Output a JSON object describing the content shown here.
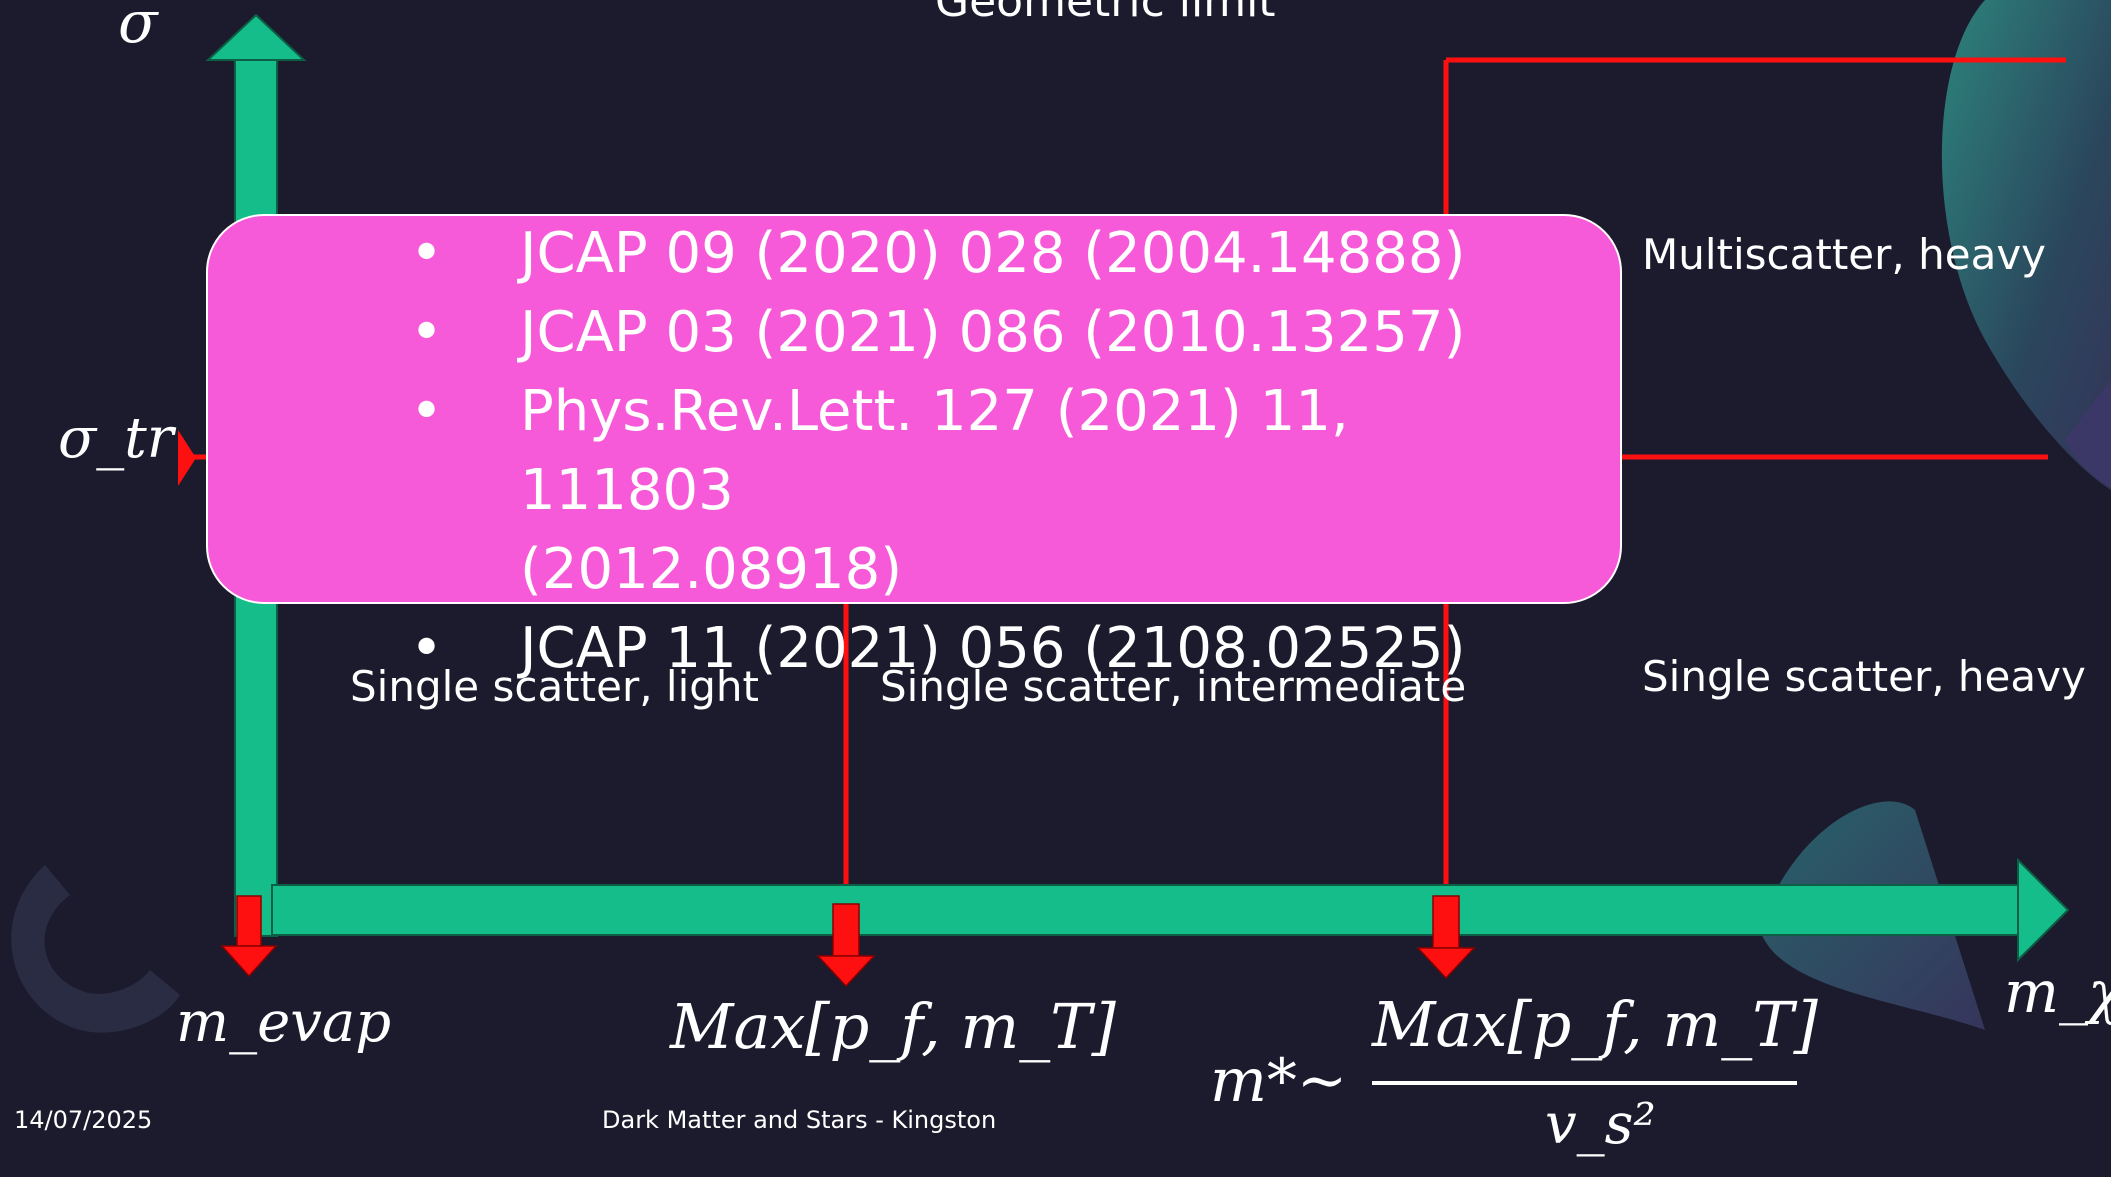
{
  "diagram": {
    "axis_labels": {
      "y_axis": "σ",
      "y_tick": "σ_tr",
      "x_axis": "m_χ"
    },
    "top_label": "Geometric limit",
    "regions": [
      "Multiscatter, heavy",
      "Single scatter, light",
      "Single scatter, intermediate",
      "Single scatter, heavy"
    ],
    "x_ticks": {
      "m_evap": "m_evap",
      "max_pf_mt": "Max[p_f, m_T]",
      "m_star_lhs": "m*∼",
      "m_star_numerator": "Max[p_f, m_T]",
      "m_star_denominator": "v_s²"
    },
    "colors": {
      "background": "#1c1b2d",
      "axis": "#15bd8a",
      "boundary": "#ff1010",
      "callout": "#f75ad8"
    }
  },
  "references": {
    "bullet": "•",
    "items": [
      "JCAP 09 (2020) 028 (2004.14888)",
      "JCAP 03 (2021) 086 (2010.13257)",
      "Phys.Rev.Lett. 127 (2021) 11, 111803",
      "(2012.08918)",
      "JCAP 11 (2021) 056 (2108.02525)"
    ]
  },
  "footer": {
    "date": "14/07/2025",
    "title": "Dark Matter and Stars - Kingston"
  }
}
